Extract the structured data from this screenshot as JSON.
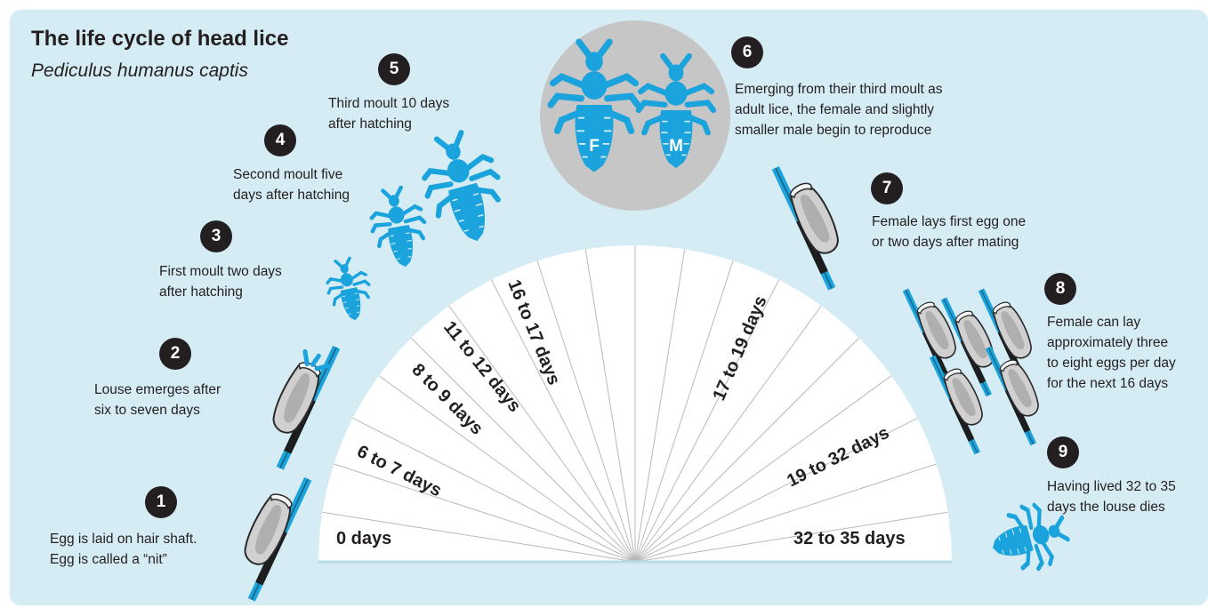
{
  "title": "The life cycle of head lice",
  "subtitle": "Pediculus humanus captis",
  "stages": [
    {
      "number": "1",
      "caption": "Egg is laid on hair shaft.\nEgg is called a “nit”"
    },
    {
      "number": "2",
      "caption": "Louse emerges after\nsix to seven days"
    },
    {
      "number": "3",
      "caption": "First moult two days\nafter hatching"
    },
    {
      "number": "4",
      "caption": "Second moult five\ndays after hatching"
    },
    {
      "number": "5",
      "caption": "Third moult 10 days\nafter hatching"
    },
    {
      "number": "6",
      "caption": "Emerging from their third moult as\nadult lice, the female and slightly\nsmaller male begin to reproduce"
    },
    {
      "number": "7",
      "caption": "Female lays first egg one\nor two days after mating"
    },
    {
      "number": "8",
      "caption": "Female can lay\napproximately three\nto eight eggs per day\nfor the next 16 days"
    },
    {
      "number": "9",
      "caption": "Having lived 32 to 35\ndays the louse dies"
    }
  ],
  "timeline": {
    "start": "0 days",
    "end": "32 to 35 days",
    "segments": [
      "6 to 7 days",
      "8 to 9 days",
      "11 to 12 days",
      "16 to 17 days",
      "17 to 19 days",
      "19 to 32 days"
    ]
  },
  "adults": {
    "female": "F",
    "male": "M"
  },
  "colors": {
    "background": "#d5ecf4",
    "louse": "#1aa3dc",
    "egg": "#c8c8c8",
    "text": "#231f20",
    "adults_circle": "#c6c6c6"
  }
}
